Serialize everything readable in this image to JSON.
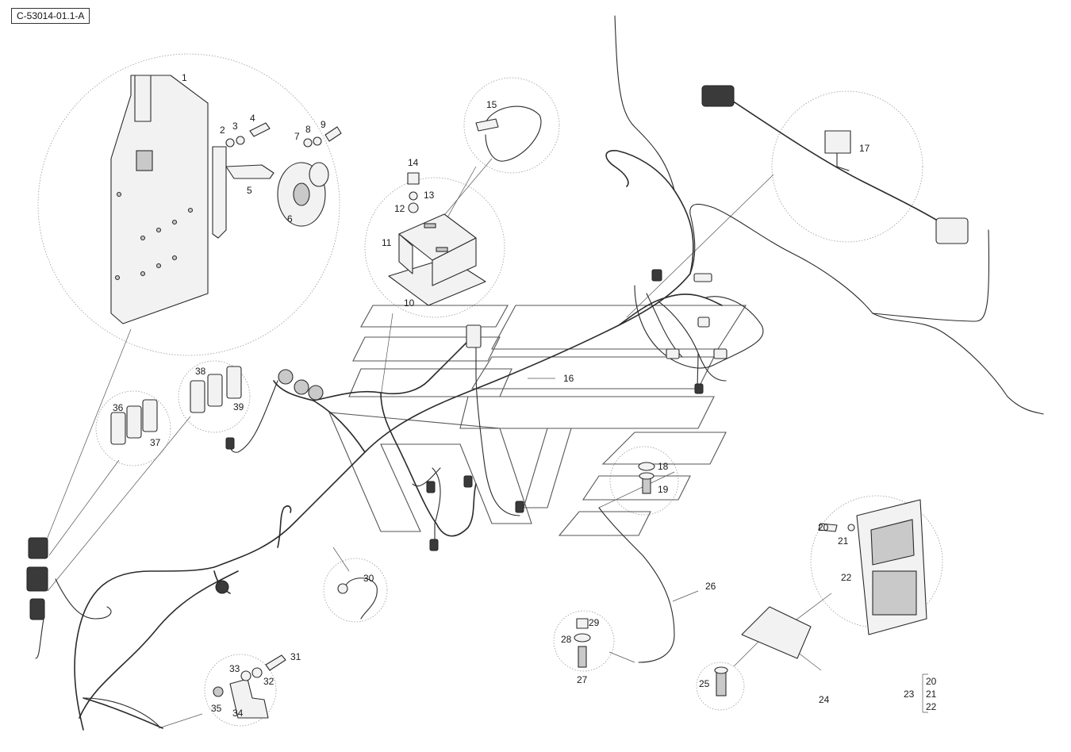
{
  "drawing": {
    "reference": "C-53014-01.1-A"
  },
  "callouts": [
    {
      "id": "c1",
      "label": "1"
    },
    {
      "id": "c2",
      "label": "2"
    },
    {
      "id": "c3",
      "label": "3"
    },
    {
      "id": "c4",
      "label": "4"
    },
    {
      "id": "c5",
      "label": "5"
    },
    {
      "id": "c6",
      "label": "6"
    },
    {
      "id": "c7",
      "label": "7"
    },
    {
      "id": "c8",
      "label": "8"
    },
    {
      "id": "c9",
      "label": "9"
    },
    {
      "id": "c10",
      "label": "10"
    },
    {
      "id": "c11",
      "label": "11"
    },
    {
      "id": "c12",
      "label": "12"
    },
    {
      "id": "c13",
      "label": "13"
    },
    {
      "id": "c14",
      "label": "14"
    },
    {
      "id": "c15",
      "label": "15"
    },
    {
      "id": "c16",
      "label": "16"
    },
    {
      "id": "c17",
      "label": "17"
    },
    {
      "id": "c18",
      "label": "18"
    },
    {
      "id": "c19",
      "label": "19"
    },
    {
      "id": "c20",
      "label": "20"
    },
    {
      "id": "c21",
      "label": "21"
    },
    {
      "id": "c22",
      "label": "22"
    },
    {
      "id": "c24",
      "label": "24"
    },
    {
      "id": "c25",
      "label": "25"
    },
    {
      "id": "c26",
      "label": "26"
    },
    {
      "id": "c27",
      "label": "27"
    },
    {
      "id": "c28",
      "label": "28"
    },
    {
      "id": "c29",
      "label": "29"
    },
    {
      "id": "c30",
      "label": "30"
    },
    {
      "id": "c31",
      "label": "31"
    },
    {
      "id": "c32",
      "label": "32"
    },
    {
      "id": "c33",
      "label": "33"
    },
    {
      "id": "c34",
      "label": "34"
    },
    {
      "id": "c35",
      "label": "35"
    },
    {
      "id": "c36",
      "label": "36"
    },
    {
      "id": "c37",
      "label": "37"
    },
    {
      "id": "c38",
      "label": "38"
    },
    {
      "id": "c39",
      "label": "39"
    }
  ],
  "kit": {
    "label": "23",
    "items": [
      "20",
      "21",
      "22"
    ]
  }
}
